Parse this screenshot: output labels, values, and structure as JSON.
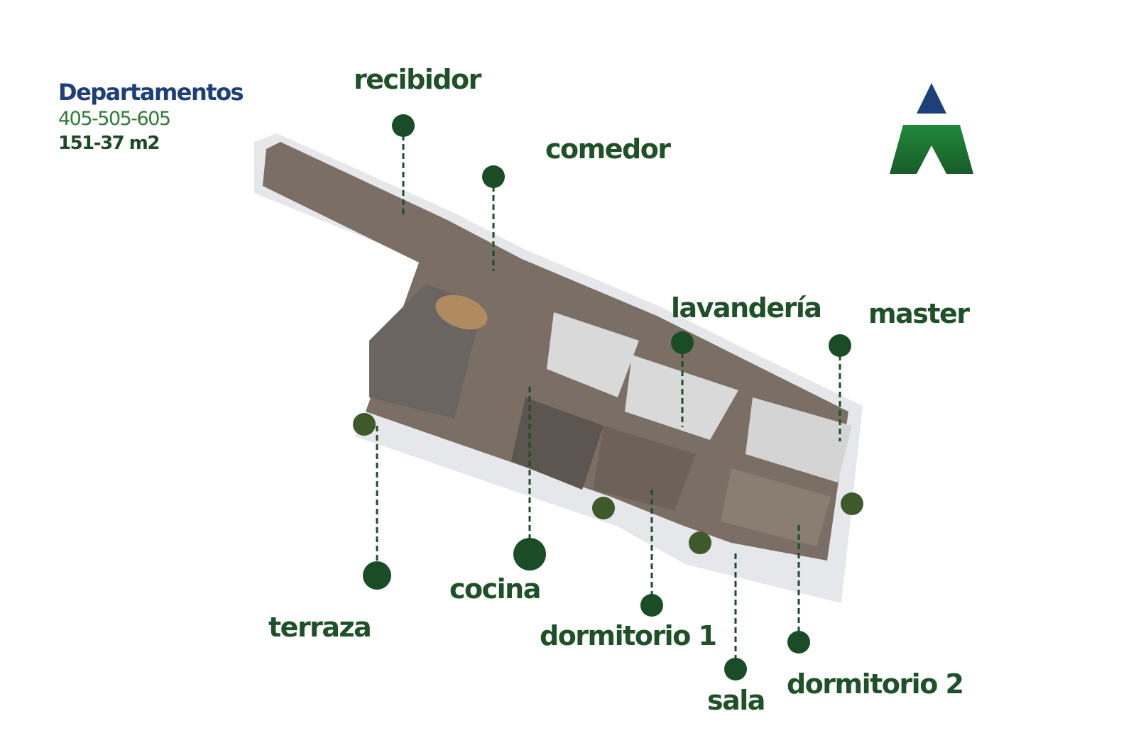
{
  "header": {
    "title": "Departamentos",
    "units": "405-505-605",
    "area": "151-37 m2"
  },
  "logo": {
    "colors": {
      "top": "#1d3f7a",
      "bottom": "#1f7a36"
    }
  },
  "rooms": {
    "recibidor": "recibidor",
    "comedor": "comedor",
    "lavanderia": "lavandería",
    "master": "master",
    "terraza": "terraza",
    "cocina": "cocina",
    "dormitorio1": "dormitorio 1",
    "sala": "sala",
    "dormitorio2": "dormitorio 2"
  },
  "colors": {
    "label": "#1e5127",
    "marker": "#1a4d25"
  }
}
